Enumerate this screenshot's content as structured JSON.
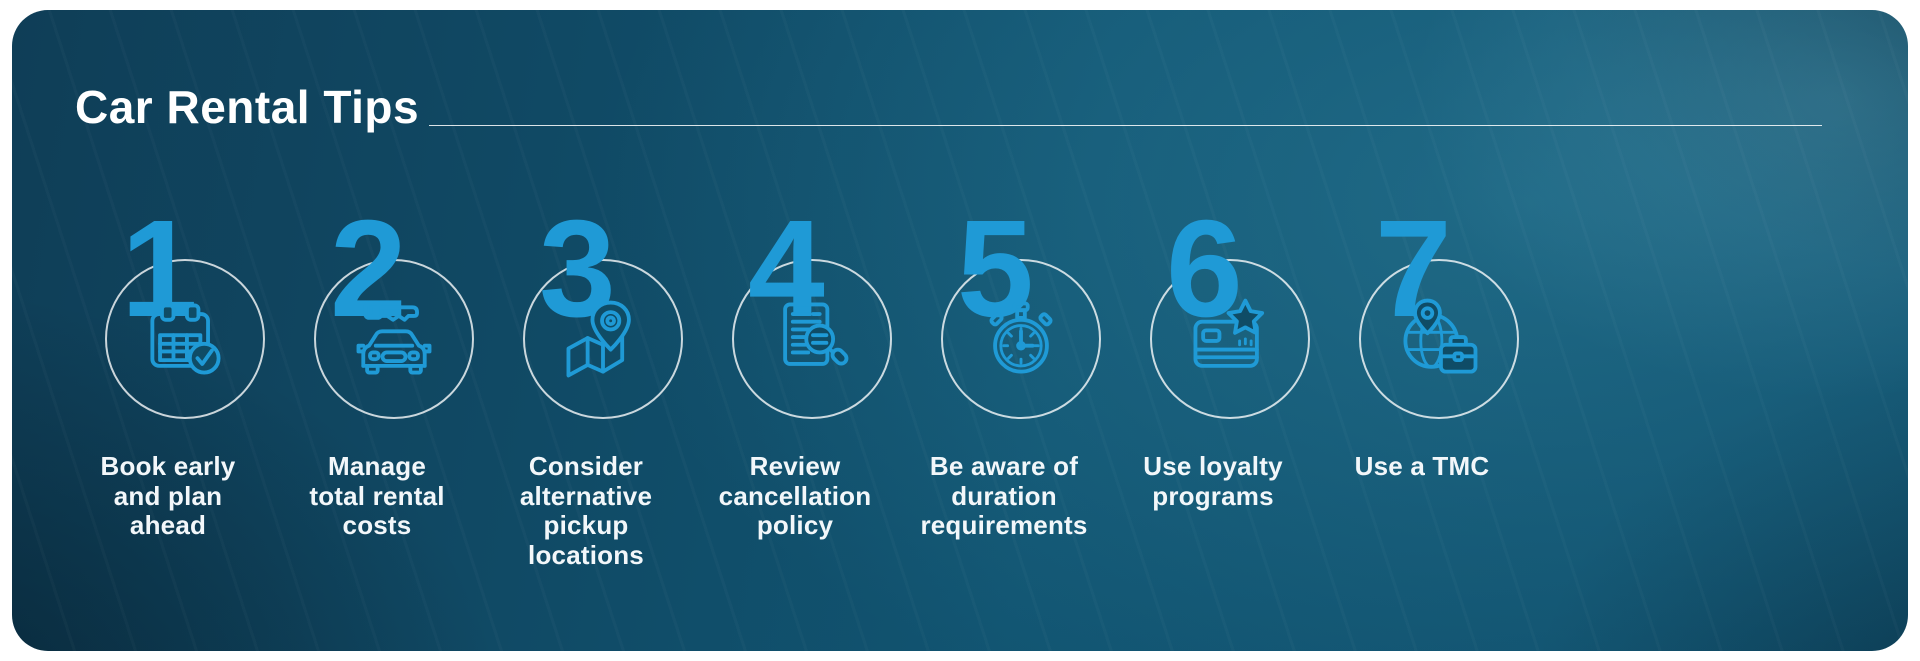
{
  "colors": {
    "accent": "#1f9ad6",
    "text": "#f2f7fa",
    "circle_stroke": "rgba(255,255,255,0.78)",
    "icon_knockout": "#0f4c66",
    "card_base": "#0f4a63",
    "page_background": "#ffffff"
  },
  "header": {
    "title": "Car Rental Tips"
  },
  "tips": [
    {
      "number": "1",
      "icon": "calendar-check-icon",
      "label": "Book early and plan ahead"
    },
    {
      "number": "2",
      "icon": "car-key-icon",
      "label": "Manage total rental costs"
    },
    {
      "number": "3",
      "icon": "map-pin-icon",
      "label": "Consider alternative pickup locations"
    },
    {
      "number": "4",
      "icon": "document-search-icon",
      "label": "Review cancellation policy"
    },
    {
      "number": "5",
      "icon": "stopwatch-icon",
      "label": "Be aware of duration requirements"
    },
    {
      "number": "6",
      "icon": "loyalty-card-star-icon",
      "label": "Use loyalty programs"
    },
    {
      "number": "7",
      "icon": "globe-briefcase-icon",
      "label": "Use a TMC"
    }
  ]
}
